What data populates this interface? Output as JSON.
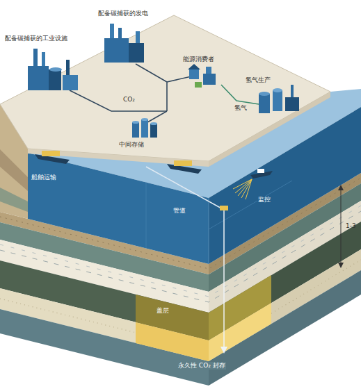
{
  "diagram": {
    "labels": [
      "配备碳捕获的发电",
      "配备碳捕获的工业设施",
      "能源消费者",
      "氢气生产",
      "CO₂",
      "氢气",
      "中间存储",
      "船舶运输",
      "管道",
      "监控",
      "1-3",
      "盖层",
      "永久性 CO₂ 封存"
    ]
  }
}
